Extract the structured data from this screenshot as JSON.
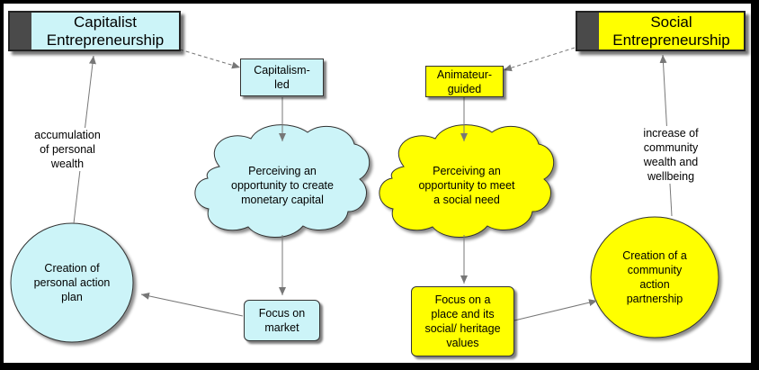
{
  "colors": {
    "capitalist_fill": "#ccf4f8",
    "social_fill": "#ffff00",
    "edge": "#777777"
  },
  "capitalist": {
    "title": "Capitalist\nEntrepreneurship",
    "led": "Capitalism-\nled",
    "cloud": "Perceiving an\nopportunity to create\nmonetary capital",
    "focus": "Focus on\nmarket",
    "circle": "Creation of\npersonal action\nplan",
    "edge_label": "accumulation\nof personal\nwealth"
  },
  "social": {
    "title": "Social\nEntrepreneurship",
    "guided": "Animateur-\nguided",
    "cloud": "Perceiving an\nopportunity to meet\na social need",
    "focus": "Focus on a\nplace and its\nsocial/ heritage\nvalues",
    "circle": "Creation of a\ncommunity\naction\npartnership",
    "edge_label": "increase of\ncommunity\nwealth and\nwellbeing"
  }
}
